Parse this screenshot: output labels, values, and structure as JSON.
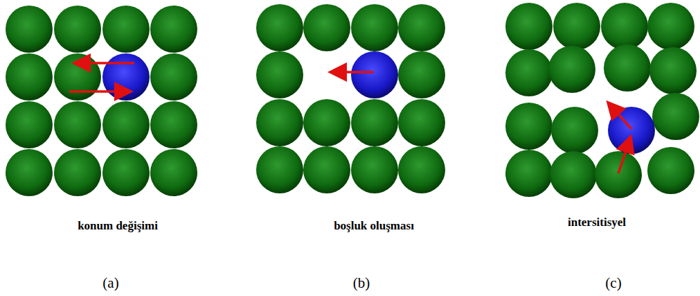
{
  "diagram": {
    "labels": [
      "konum değişimi",
      "boşluk oluşması",
      "intersitisyel",
      "(a)",
      "(b)",
      "(c)"
    ]
  }
}
